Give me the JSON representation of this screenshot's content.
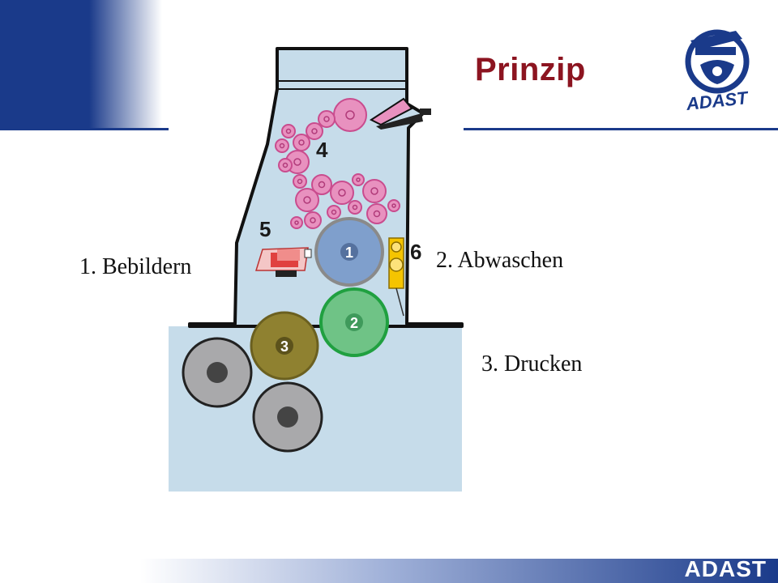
{
  "slide": {
    "title": "Prinzip",
    "footer_brand": "ADAST"
  },
  "logo": {
    "text": "ADAST",
    "color": "#1a3a8a"
  },
  "steps": {
    "step1": "1. Bebildern",
    "step2": "2. Abwaschen",
    "step3": "3. Drucken"
  },
  "diagram": {
    "numbers": {
      "n1": "1",
      "n2": "2",
      "n3": "3",
      "n4": "4",
      "n5": "5",
      "n6": "6"
    },
    "colors": {
      "frame": "#c6dcea",
      "outline": "#111111",
      "ink_rollers": "#e891bf",
      "plate_cylinder": "#7f9fcc",
      "blanket_cylinder": "#6fc386",
      "impression_cylinder": "#8f8130",
      "paper_rollers": "#a9a9ab",
      "imaging_head": "#e0413f",
      "cleaning_unit": "#f5c400"
    }
  }
}
